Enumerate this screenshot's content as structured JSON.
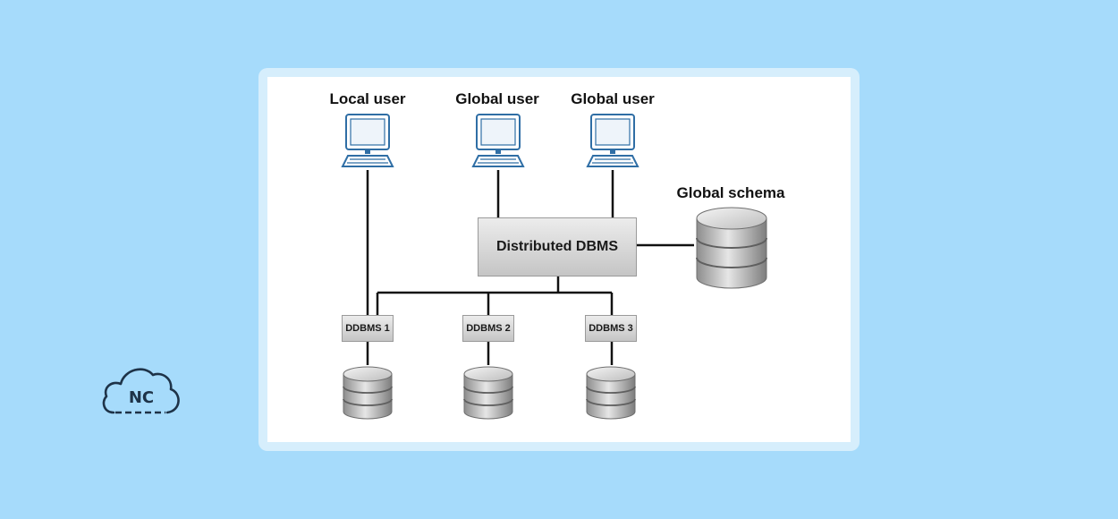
{
  "diagram": {
    "users": [
      {
        "label": "Local user"
      },
      {
        "label": "Global user"
      },
      {
        "label": "Global user"
      }
    ],
    "central": {
      "label": "Distributed DBMS"
    },
    "schema": {
      "label": "Global schema"
    },
    "nodes": [
      {
        "label": "DDBMS 1"
      },
      {
        "label": "DDBMS 2"
      },
      {
        "label": "DDBMS 3"
      }
    ]
  },
  "logo": {
    "text": "NC"
  },
  "colors": {
    "background": "#a6dbfb",
    "frame": "#d6eefc",
    "panel": "#ffffff",
    "computer": "#2f6ea5",
    "logo": "#1e3348"
  }
}
